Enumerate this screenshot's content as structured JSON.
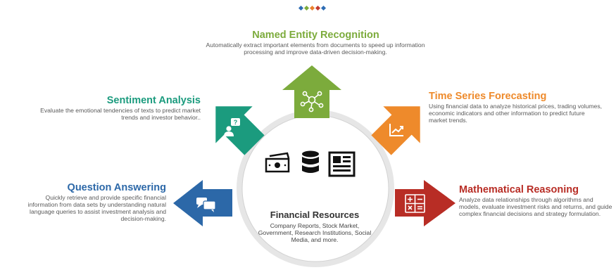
{
  "dots": [
    "#2e6db4",
    "#7cab3c",
    "#e9802c",
    "#c23a30",
    "#2e6db4"
  ],
  "center": {
    "title": "Financial Resources",
    "desc": "Company Reports, Stock Market, Government, Research Institutions, Social Media, and more."
  },
  "items": {
    "ner": {
      "title": "Named Entity Recognition",
      "desc": "Automatically extract important elements from documents to speed up information processing and improve data-driven decision-making.",
      "color": "#7cab3c"
    },
    "sentiment": {
      "title": "Sentiment Analysis",
      "desc": "Evaluate the emotional tendencies of texts to predict market trends and investor behavior..",
      "color": "#1b9b7e"
    },
    "timeseries": {
      "title": "Time Series Forecasting",
      "desc": "Using financial data to analyze historical prices, trading volumes, economic indicators and other information to predict future market trends.",
      "color": "#ee8a2b"
    },
    "qa": {
      "title": "Question Answering",
      "desc": "Quickly retrieve and provide specific financial information from data sets by understanding natural language queries to assist investment analysis and decision-making.",
      "color": "#2c68a8"
    },
    "math": {
      "title": "Mathematical Reasoning",
      "desc": "Analyze data relationships through algorithms and models, evaluate investment risks and returns, and guide complex financial decisions and strategy formulation.",
      "color": "#b82d25"
    }
  },
  "icons": {
    "ner": "network-icon",
    "sentiment": "person-question-icon",
    "timeseries": "trend-chart-icon",
    "qa": "chat-bubbles-icon",
    "math": "calculator-icon",
    "center": [
      "money-bill-icon",
      "database-icon",
      "newspaper-icon"
    ]
  }
}
